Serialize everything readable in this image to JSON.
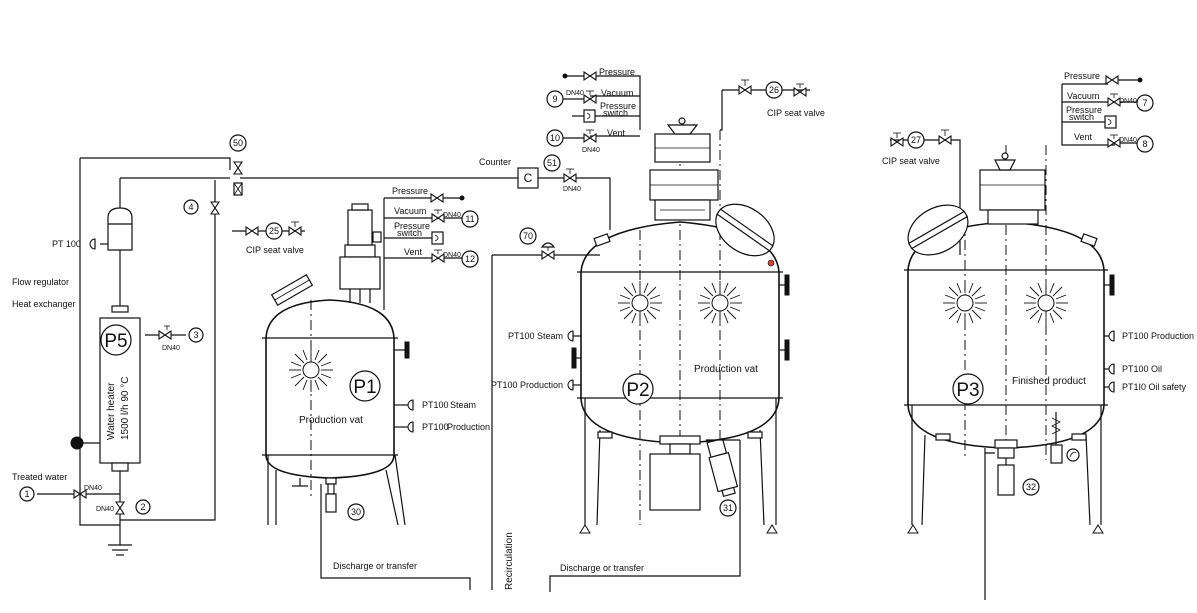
{
  "vessels": {
    "p5": {
      "tag": "P5",
      "title": "Water heater",
      "spec": "1500 l/h  90 °C"
    },
    "p1": {
      "tag": "P1",
      "title": "Production vat"
    },
    "p2": {
      "tag": "P2",
      "title": "Production vat"
    },
    "p3": {
      "tag": "P3",
      "title": "Finished product"
    }
  },
  "labels": {
    "flow_regulator": "Flow regulator",
    "heat_exchanger": "Heat exchanger",
    "treated_water": "Treated water",
    "pt100_p5": "PT 100",
    "counter": "Counter",
    "counter_symbol": "C",
    "cip_p1": "CIP seat valve",
    "cip_p2": "CIP seat valve",
    "cip_p3": "CIP seat valve",
    "discharge_p1": "Discharge or transfer",
    "discharge_p2": "Discharge or transfer",
    "recirculation": "Recirculation"
  },
  "lines_p1": {
    "pressure": "Pressure",
    "vacuum": "Vacuum",
    "pressure_switch_1": "Pressure",
    "pressure_switch_2": "switch",
    "vent": "Vent",
    "pt100_steam": "PT100",
    "steam": "Steam",
    "pt100_production": "PT100",
    "production": "Production"
  },
  "lines_p2": {
    "pressure": "Pressure",
    "vacuum": "Vacuum",
    "pressure_switch_1": "Pressure",
    "pressure_switch_2": "switch",
    "vent": "Vent",
    "pt100_steam": "PT100 Steam",
    "pt100_production": "PT100 Production"
  },
  "lines_p3": {
    "pressure": "Pressure",
    "vacuum": "Vacuum",
    "pressure_switch_1": "Pressure",
    "pressure_switch_2": "switch",
    "vent": "Vent",
    "pt100_production": "PT100 Production",
    "pt100_oil": "PT100 Oil",
    "pt100_oil_safety": "PT1I0 Oil safety"
  },
  "dn40": "DN40",
  "tags": {
    "t1": "1",
    "t2": "2",
    "t3": "3",
    "t4": "4",
    "t7": "7",
    "t8": "8",
    "t9": "9",
    "t10": "10",
    "t11": "11",
    "t12": "12",
    "t25": "25",
    "t26": "26",
    "t27": "27",
    "t30": "30",
    "t31": "31",
    "t32": "32",
    "t50": "50",
    "t51": "51",
    "t70": "70"
  }
}
